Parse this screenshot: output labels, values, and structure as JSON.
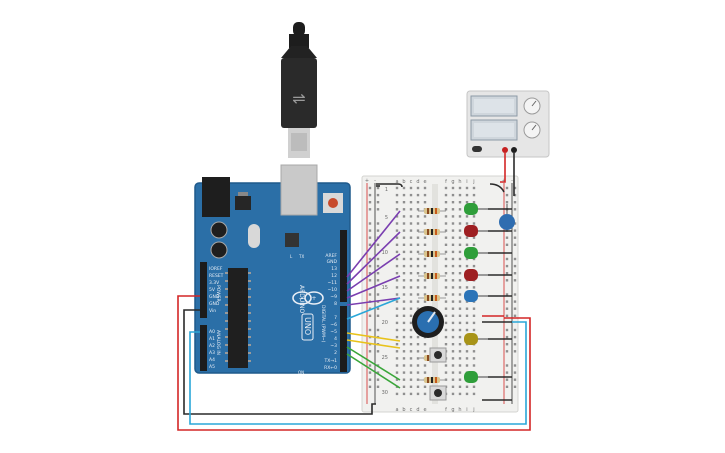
{
  "arduino": {
    "brand": "ARDUINO",
    "model": "UNO",
    "digital_header": "DIGITAL (PWM~)",
    "power_header": "POWER",
    "analog_header": "ANALOG IN",
    "on_label": "ON",
    "led_l": "L",
    "tx_label": "TX",
    "rx_label": "RX",
    "top_pins": [
      "AREF",
      "GND",
      "13",
      "12",
      "~11",
      "~10",
      "~9",
      "8"
    ],
    "mid_pins": [
      "7",
      "~6",
      "~5",
      "4",
      "~3",
      "2",
      "TX→1",
      "RX←0"
    ],
    "power_pins": [
      "IOREF",
      "RESET",
      "3.3V",
      "5V",
      "GND",
      "GND",
      "Vin"
    ],
    "analog_pins": [
      "A0",
      "A1",
      "A2",
      "A3",
      "A4",
      "A5"
    ]
  },
  "breadboard": {
    "columns": [
      "a",
      "b",
      "c",
      "d",
      "e",
      "f",
      "g",
      "h",
      "i",
      "j"
    ],
    "plus": "+",
    "minus": "-",
    "row_numbers": [
      "1",
      "5",
      "10",
      "15",
      "20",
      "25",
      "30"
    ]
  },
  "leds": [
    "green",
    "red",
    "green",
    "red",
    "blue",
    "yellow",
    "green"
  ],
  "colors": {
    "board": "#2b6fa7",
    "board_edge": "#1f5a8c",
    "wire_purple": "#7a3fb0",
    "wire_blue": "#2aa7d8",
    "wire_yellow": "#e8c21a",
    "wire_green": "#3aa63a",
    "wire_red": "#d42626",
    "wire_black": "#2a2a2a",
    "led_green": "#2f9e3a",
    "led_red": "#9e1f22",
    "led_blue": "#2b74b8",
    "led_yellow": "#a89418",
    "breadboard": "#f1f1ef"
  }
}
